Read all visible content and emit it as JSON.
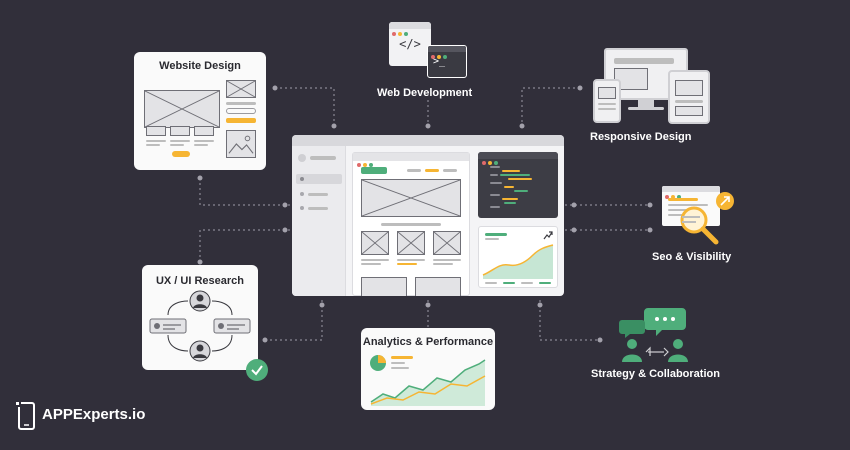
{
  "nodes": {
    "website_design": "Website Design",
    "web_development": "Web Development",
    "responsive_design": "Responsive Design",
    "seo_visibility": "Seo & Visibility",
    "ux_ui_research": "UX / UI Research",
    "analytics_performance": "Analytics & Performance",
    "strategy_collaboration": "Strategy & Collaboration"
  },
  "brand": {
    "name": "APPExperts.io"
  },
  "icons": {
    "code": "</>",
    "terminal": ">_"
  },
  "colors": {
    "background": "#312f3a",
    "accent_orange": "#f6b533",
    "accent_green": "#4fae7b",
    "connector": "#8a8893"
  }
}
